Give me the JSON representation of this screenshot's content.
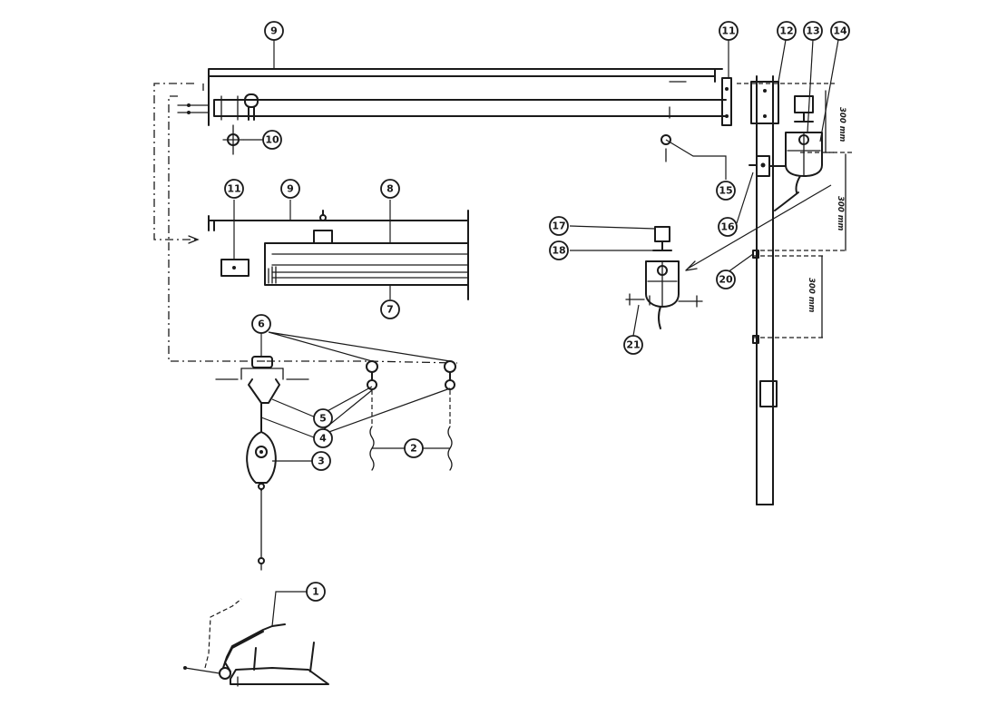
{
  "callouts": {
    "c1": "1",
    "c2": "2",
    "c3": "3",
    "c4": "4",
    "c5": "5",
    "c6": "6",
    "c7": "7",
    "c8": "8",
    "c9_top": "9",
    "c9_mid": "9",
    "c10": "10",
    "c11_top": "11",
    "c11_mid": "11",
    "c12": "12",
    "c13": "13",
    "c14": "14",
    "c15": "15",
    "c16": "16",
    "c17": "17",
    "c18": "18",
    "c20": "20",
    "c21": "21"
  },
  "dimensions": {
    "upper_right": "300 mm",
    "middle_right": "300 mm",
    "lower_pole": "300 mm"
  },
  "colors": {
    "ink": "#1a1a1a",
    "paper": "#ffffff"
  }
}
